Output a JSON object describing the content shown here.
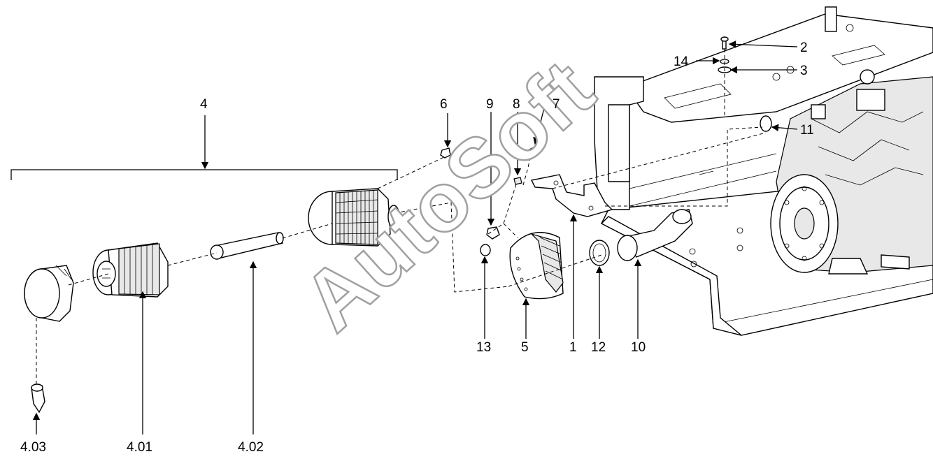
{
  "labels": {
    "l1": "1",
    "l2": "2",
    "l3": "3",
    "l4": "4",
    "l5": "5",
    "l6": "6",
    "l7": "7",
    "l8": "8",
    "l9": "9",
    "l10": "10",
    "l11": "11",
    "l12": "12",
    "l13": "13",
    "l14": "14",
    "l401": "4.01",
    "l402": "4.02",
    "l403": "4.03"
  },
  "watermark": "AutoSoft",
  "colors": {
    "line": "#000000",
    "watermark_stroke": "#a0a0a0",
    "background": "#ffffff"
  }
}
